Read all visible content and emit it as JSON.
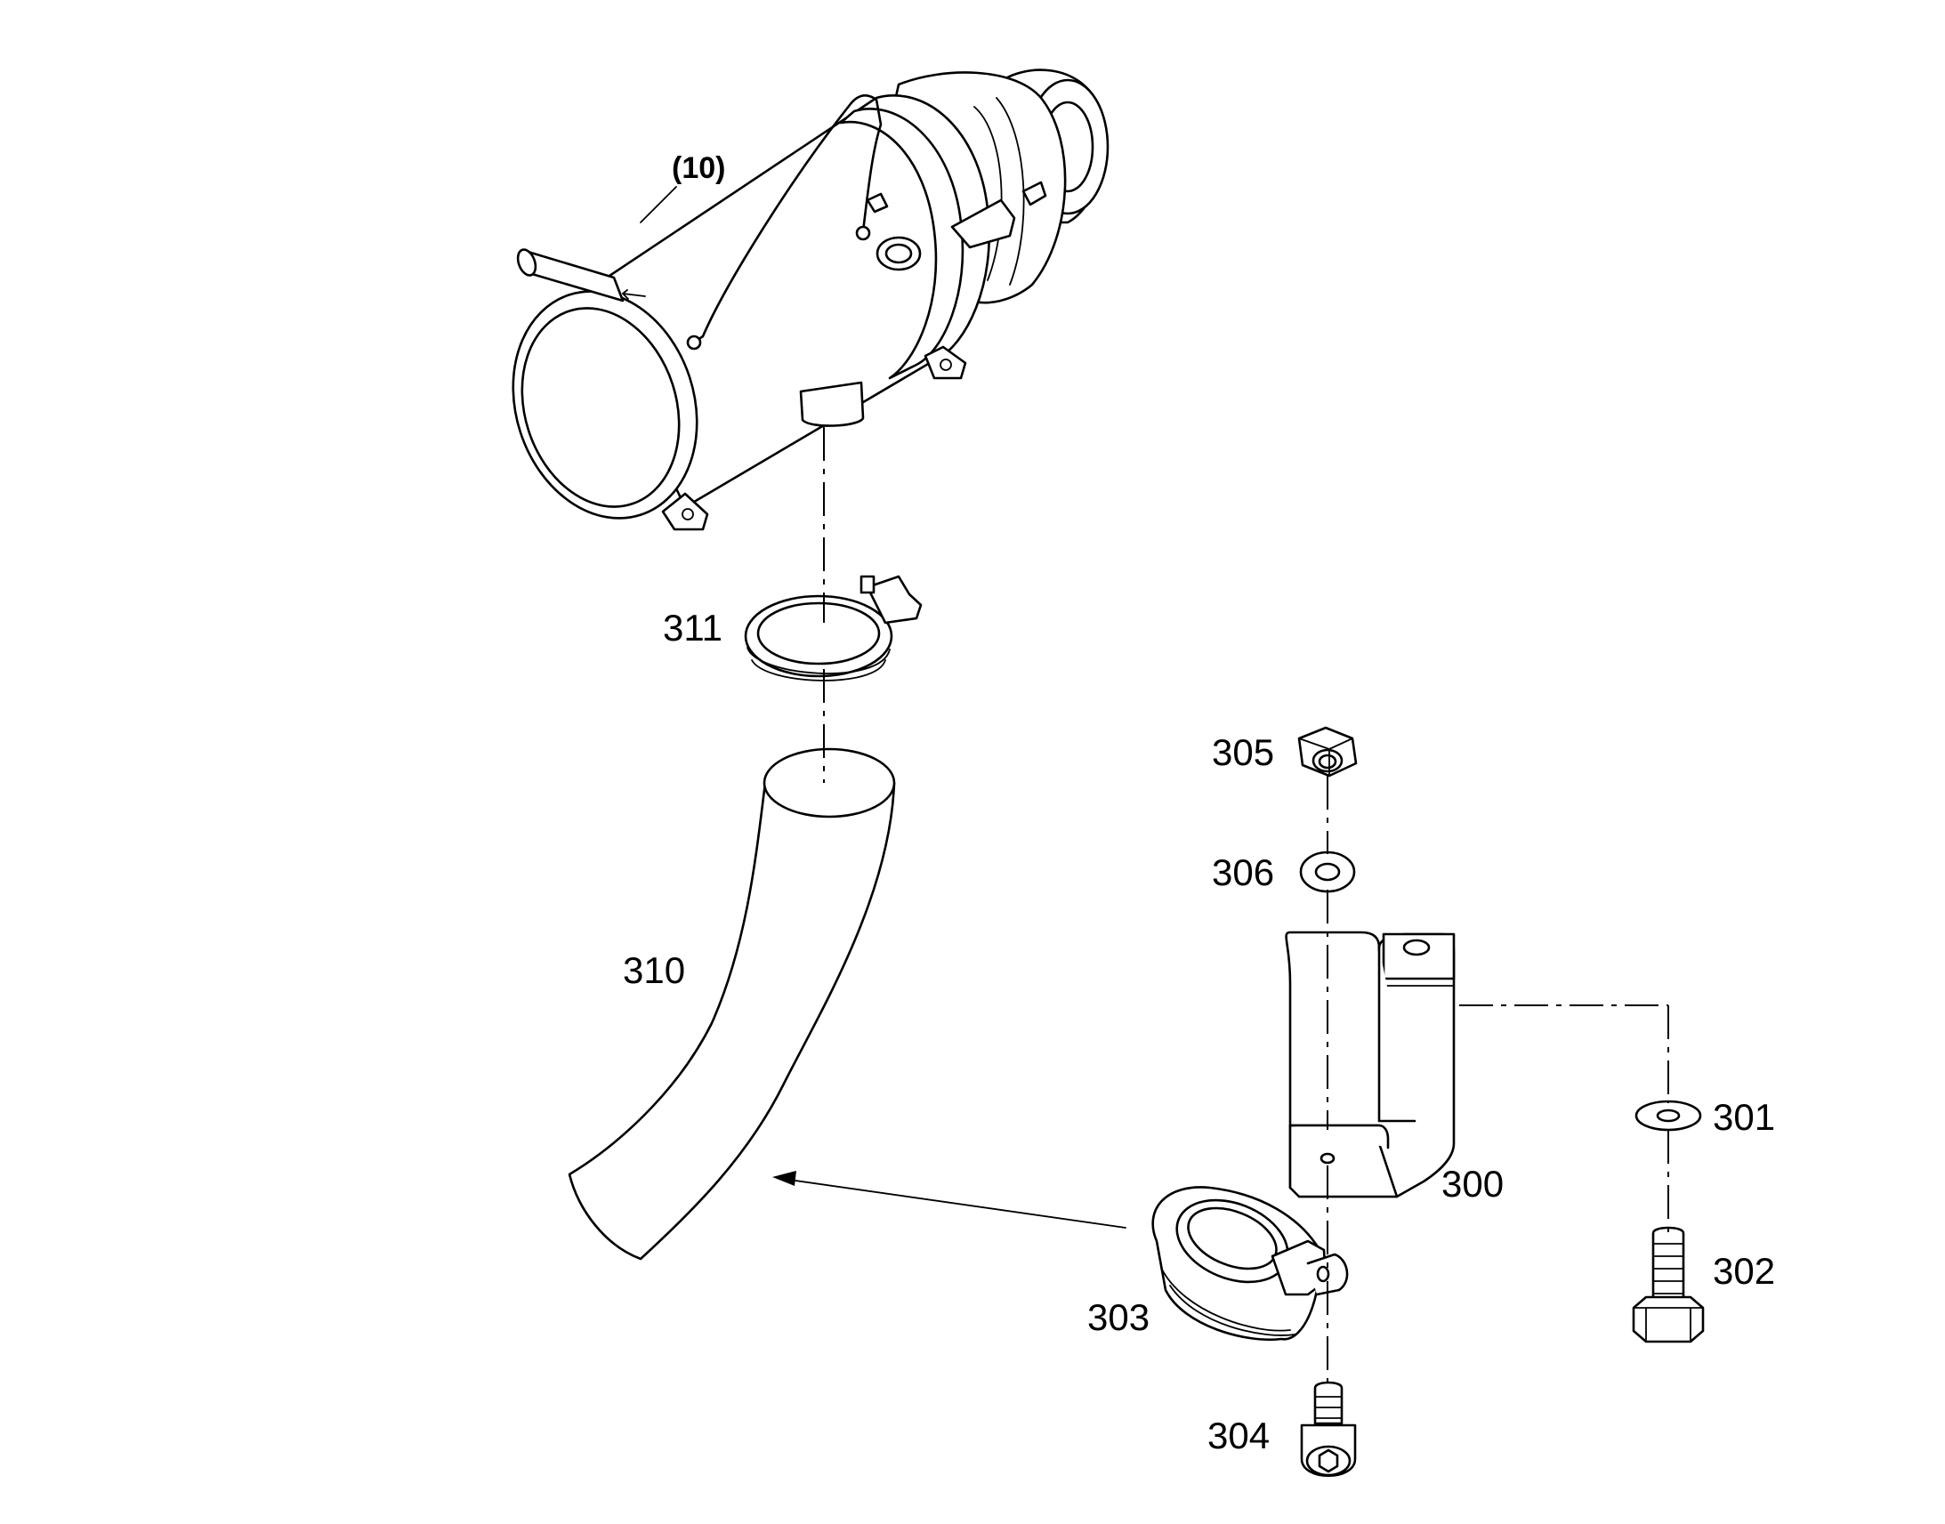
{
  "colors": {
    "line": "#000000",
    "background": "#ffffff"
  },
  "labels": {
    "heater": "(10)",
    "p300": "300",
    "p301": "301",
    "p302": "302",
    "p303": "303",
    "p304": "304",
    "p305": "305",
    "p306": "306",
    "p310": "310",
    "p311": "311"
  }
}
